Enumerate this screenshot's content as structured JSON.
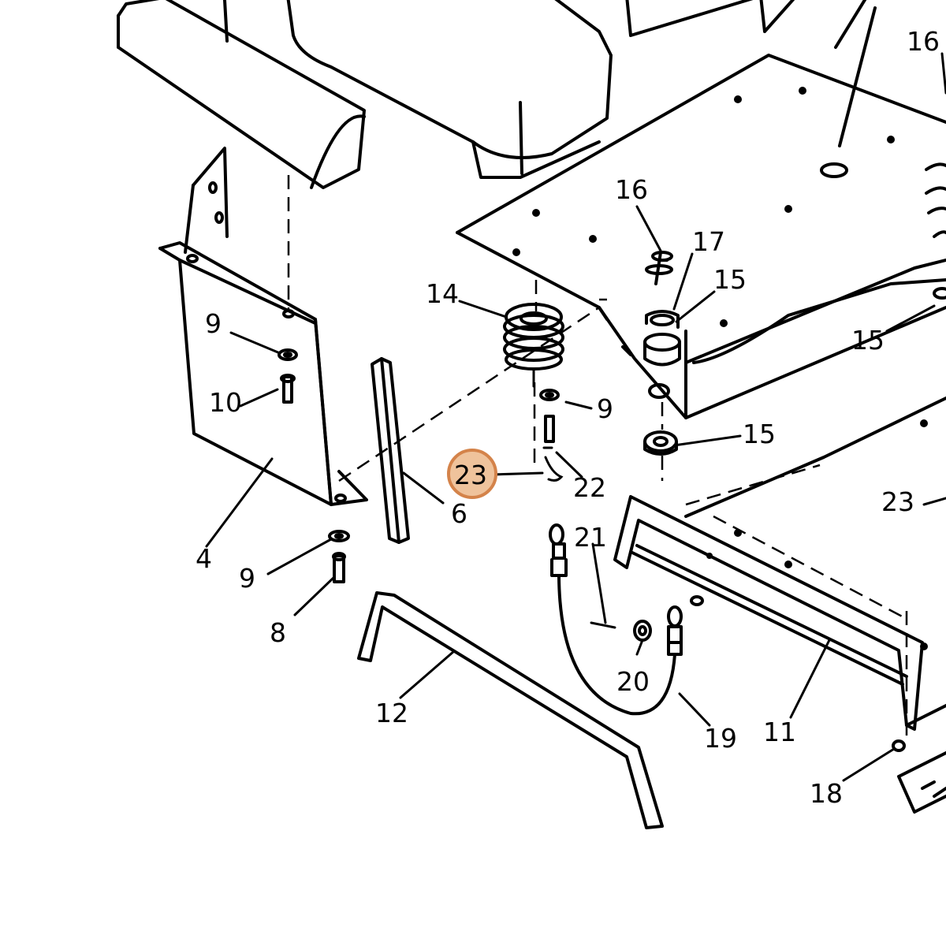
{
  "diagram": {
    "callouts": {
      "c4": "4",
      "c6": "6",
      "c8": "8",
      "c9a": "9",
      "c9b": "9",
      "c9c": "9",
      "c10": "10",
      "c11": "11",
      "c12": "12",
      "c14": "14",
      "c15a": "15",
      "c15b": "15",
      "c15c": "15",
      "c16a": "16",
      "c16b": "16",
      "c17": "17",
      "c18": "18",
      "c19": "19",
      "c20": "20",
      "c21": "21",
      "c22": "22",
      "c23a": "23",
      "c23b": "23"
    },
    "highlight": {
      "label": "23",
      "color": "#efc39c",
      "border": "#d4834a"
    }
  }
}
